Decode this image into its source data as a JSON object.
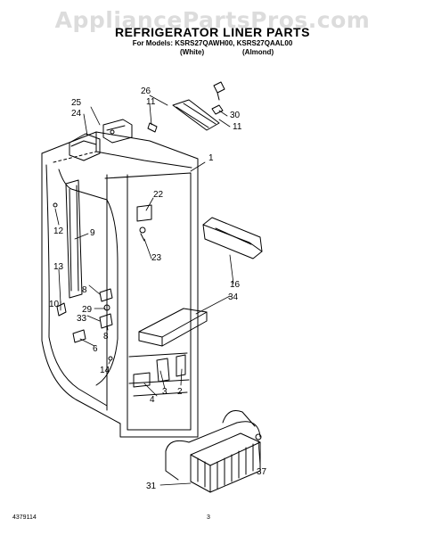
{
  "watermark": "AppliancePartsPros.com",
  "title": "REFRIGERATOR LINER PARTS",
  "models_line": "For Models: KSRS27QAWH00, KSRS27QAAL00",
  "color_white": "(White)",
  "color_almond": "(Almond)",
  "footer_left": "4379114",
  "footer_page": "3",
  "callouts": [
    "25",
    "24",
    "26",
    "11",
    "30",
    "11",
    "1",
    "22",
    "12",
    "9",
    "23",
    "13",
    "8",
    "10",
    "29",
    "33",
    "8",
    "6",
    "14",
    "16",
    "34",
    "4",
    "3",
    "2",
    "37",
    "31"
  ]
}
